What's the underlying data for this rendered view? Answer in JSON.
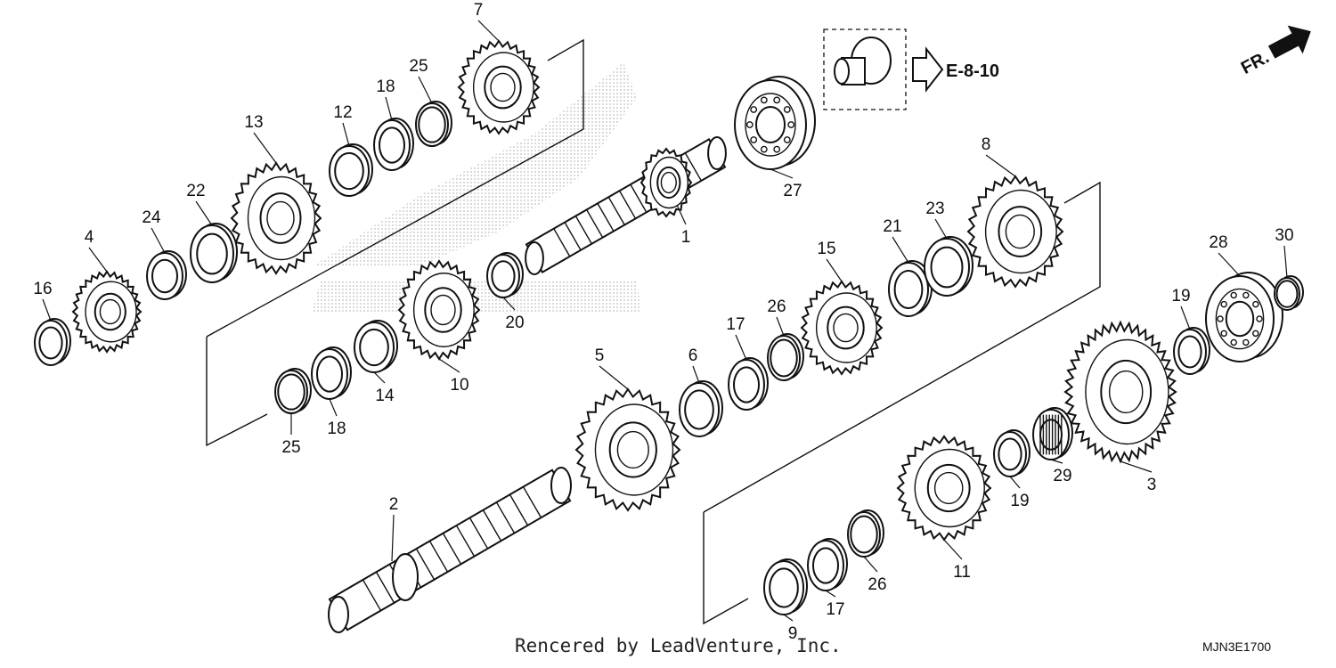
{
  "diagram": {
    "catalog_code": "MJN3E1700",
    "footer_text": "Rencered by LeadVenture, Inc.",
    "direction_label": "FR.",
    "reference": {
      "code": "E-8-10"
    },
    "colors": {
      "line": "#111111",
      "watermark": "#b8b8b8",
      "background": "#ffffff"
    },
    "parts": [
      {
        "id": "p1",
        "num": "1",
        "kind": "mainshaft"
      },
      {
        "id": "p2",
        "num": "2",
        "kind": "countershaft"
      },
      {
        "id": "p3",
        "num": "3",
        "kind": "gear-large"
      },
      {
        "id": "p4",
        "num": "4",
        "kind": "gear"
      },
      {
        "id": "p5",
        "num": "5",
        "kind": "gear"
      },
      {
        "id": "p6",
        "num": "6",
        "kind": "bushing"
      },
      {
        "id": "p7",
        "num": "7",
        "kind": "gear"
      },
      {
        "id": "p8",
        "num": "8",
        "kind": "gear"
      },
      {
        "id": "p9",
        "num": "9",
        "kind": "bushing"
      },
      {
        "id": "p10",
        "num": "10",
        "kind": "gear"
      },
      {
        "id": "p11",
        "num": "11",
        "kind": "gear"
      },
      {
        "id": "p12",
        "num": "12",
        "kind": "bushing"
      },
      {
        "id": "p13",
        "num": "13",
        "kind": "gear"
      },
      {
        "id": "p14",
        "num": "14",
        "kind": "bushing"
      },
      {
        "id": "p15",
        "num": "15",
        "kind": "gear"
      },
      {
        "id": "p16",
        "num": "16",
        "kind": "washer"
      },
      {
        "id": "p17a",
        "num": "17",
        "kind": "washer"
      },
      {
        "id": "p17b",
        "num": "17",
        "kind": "washer"
      },
      {
        "id": "p18a",
        "num": "18",
        "kind": "washer"
      },
      {
        "id": "p18b",
        "num": "18",
        "kind": "washer"
      },
      {
        "id": "p19a",
        "num": "19",
        "kind": "washer"
      },
      {
        "id": "p19b",
        "num": "19",
        "kind": "washer"
      },
      {
        "id": "p20",
        "num": "20",
        "kind": "washer"
      },
      {
        "id": "p21",
        "num": "21",
        "kind": "washer"
      },
      {
        "id": "p22",
        "num": "22",
        "kind": "washer"
      },
      {
        "id": "p23",
        "num": "23",
        "kind": "washer"
      },
      {
        "id": "p24",
        "num": "24",
        "kind": "washer"
      },
      {
        "id": "p25a",
        "num": "25",
        "kind": "circlip"
      },
      {
        "id": "p25b",
        "num": "25",
        "kind": "circlip"
      },
      {
        "id": "p26a",
        "num": "26",
        "kind": "circlip"
      },
      {
        "id": "p26b",
        "num": "26",
        "kind": "circlip"
      },
      {
        "id": "p27",
        "num": "27",
        "kind": "bearing"
      },
      {
        "id": "p28",
        "num": "28",
        "kind": "bearing"
      },
      {
        "id": "p29",
        "num": "29",
        "kind": "needle-bearing"
      },
      {
        "id": "p30",
        "num": "30",
        "kind": "circlip"
      }
    ]
  }
}
